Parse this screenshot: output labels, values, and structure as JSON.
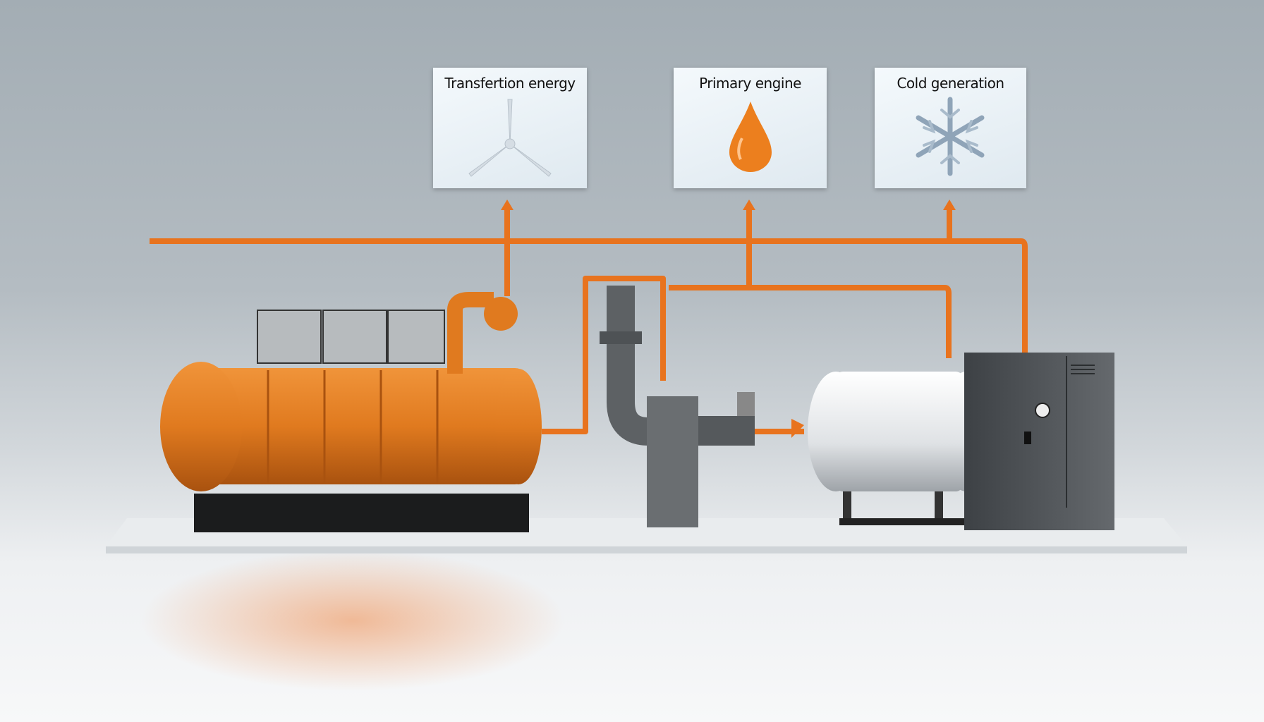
{
  "cards": [
    {
      "label": "Transfertion energy",
      "icon": "wind-turbine-icon"
    },
    {
      "label": "Primary engine",
      "icon": "fuel-drop-icon"
    },
    {
      "label": "Cold generation",
      "icon": "snowflake-icon"
    }
  ],
  "colors": {
    "pipe": "#e8731e",
    "engine": "#e07a1f",
    "steel": "#5d6164",
    "tank": "#e6e8ea"
  }
}
